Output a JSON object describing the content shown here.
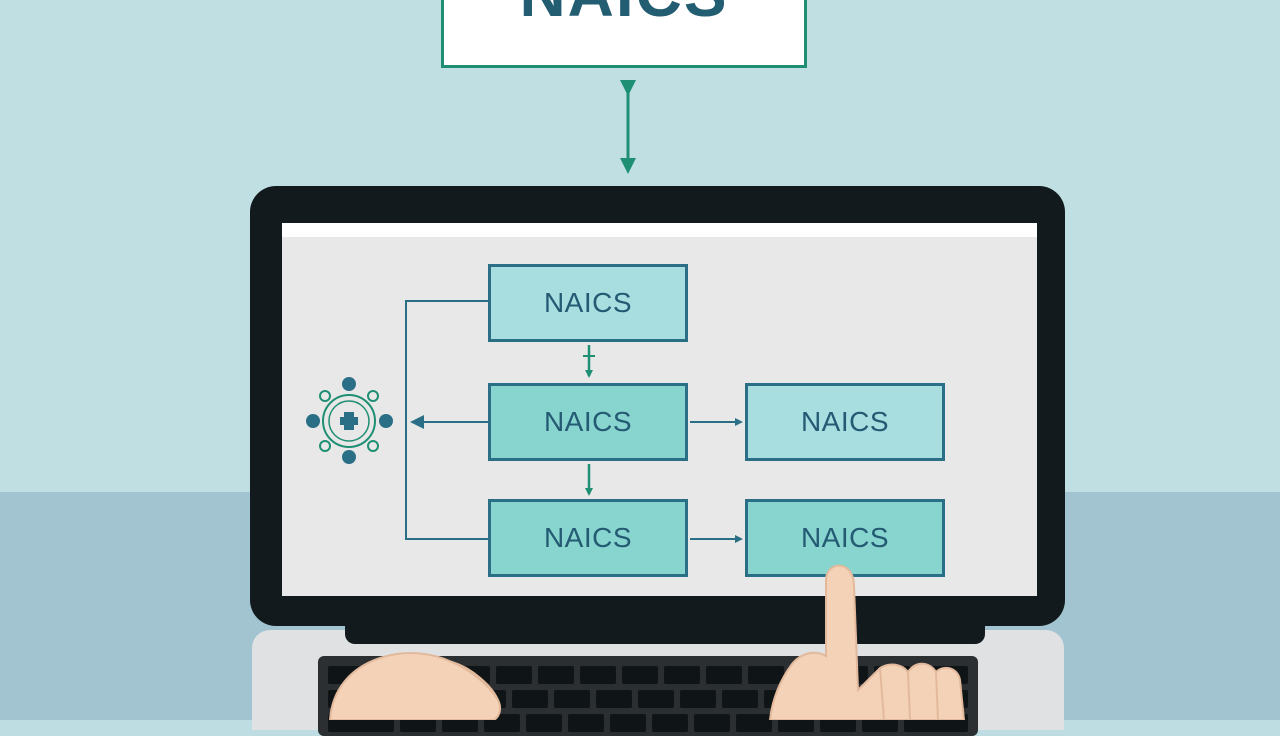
{
  "header": {
    "label": "NAICS"
  },
  "diagram": {
    "nodes": [
      {
        "id": "b1",
        "label": "NAICS"
      },
      {
        "id": "b2",
        "label": "NAICS"
      },
      {
        "id": "b3",
        "label": "NAICS"
      },
      {
        "id": "b4",
        "label": "NAICS"
      },
      {
        "id": "b5",
        "label": "NAICS"
      }
    ]
  },
  "colors": {
    "accent": "#1f8f74",
    "box_border": "#2a6f86",
    "box_light": "#a8dee0",
    "box_teal": "#87d5ce",
    "text": "#245a73",
    "bezel": "#121a1e"
  }
}
